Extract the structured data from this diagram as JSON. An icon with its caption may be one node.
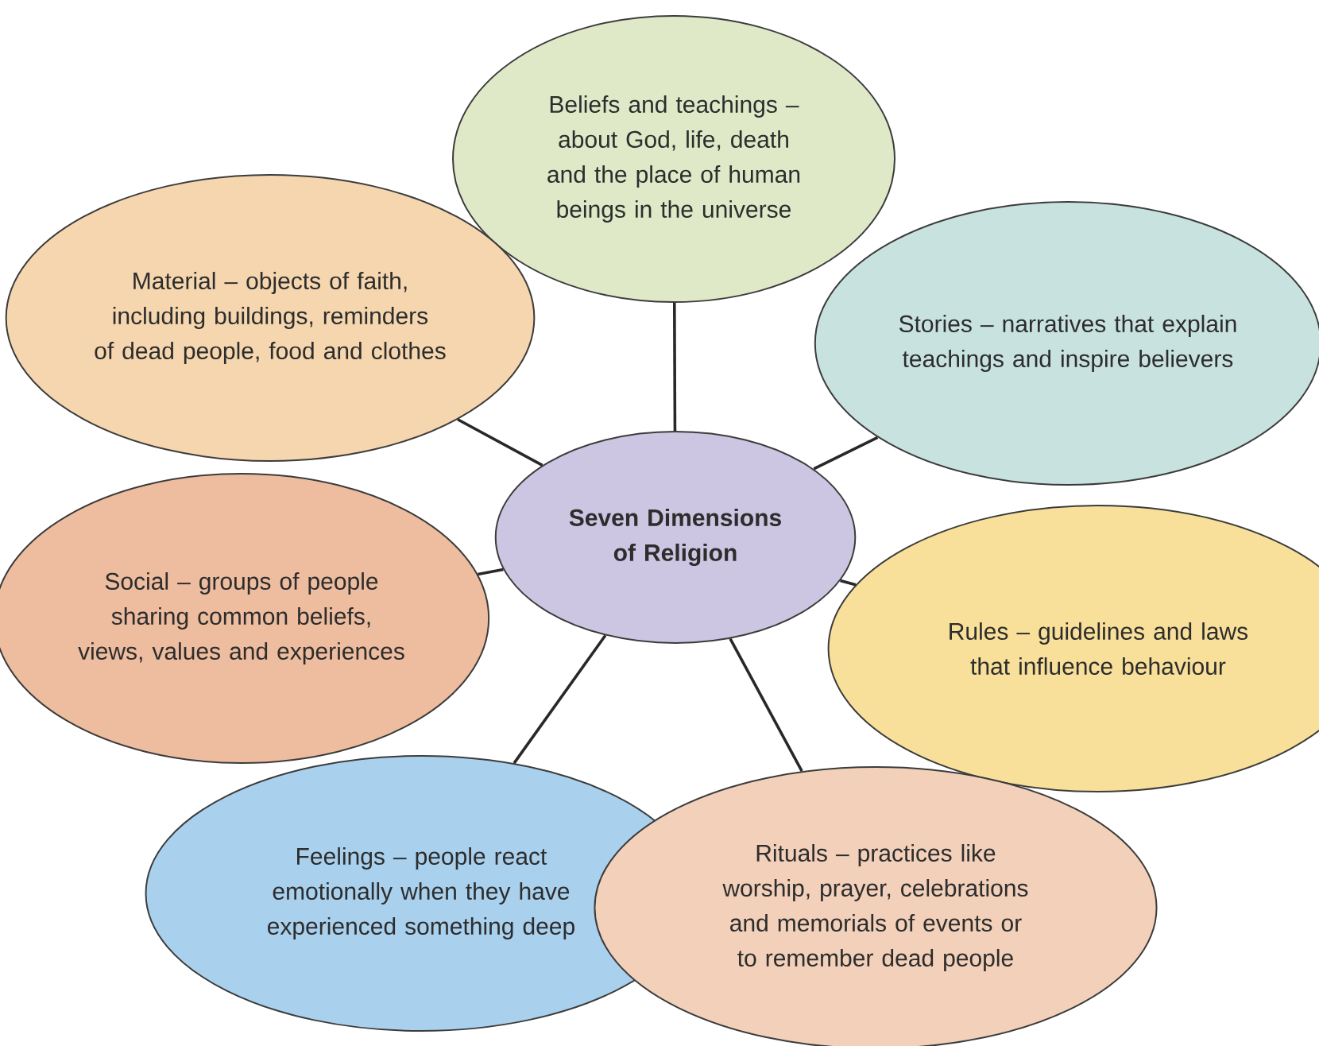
{
  "diagram": {
    "nodes": [
      {
        "text": [
          "Beliefs and teachings – about God, life, death and the place of human beings in the universe"
        ]
      },
      {
        "text": [
          "Material – objects of faith, including buildings, reminders of dead people, food and clothes"
        ]
      },
      {
        "text": [
          "Stories – narratives that explain teachings and inspire believers"
        ]
      },
      {
        "text": [
          "Seven Dimensions of Religion"
        ]
      },
      {
        "text": [
          "Social – groups of people sharing common beliefs, views, values and experiences"
        ]
      },
      {
        "text": [
          "Rules – guidelines and laws that influence behaviour"
        ]
      },
      {
        "text": [
          "Feelings – people react emotionally when they have experienced something deep"
        ]
      },
      {
        "text": [
          "Rituals – practices like worship, prayer, celebrations and memorials of events or to remember dead people"
        ]
      }
    ],
    "edges": [
      {
        "from": 3,
        "to": 0,
        "arrow": "none"
      },
      {
        "from": 3,
        "to": 1,
        "arrow": "none"
      },
      {
        "from": 3,
        "to": 2,
        "arrow": "none"
      },
      {
        "from": 3,
        "to": 4,
        "arrow": "none"
      },
      {
        "from": 3,
        "to": 5,
        "arrow": "none"
      },
      {
        "from": 3,
        "to": 6,
        "arrow": "none"
      },
      {
        "from": 3,
        "to": 7,
        "arrow": "none"
      }
    ]
  }
}
